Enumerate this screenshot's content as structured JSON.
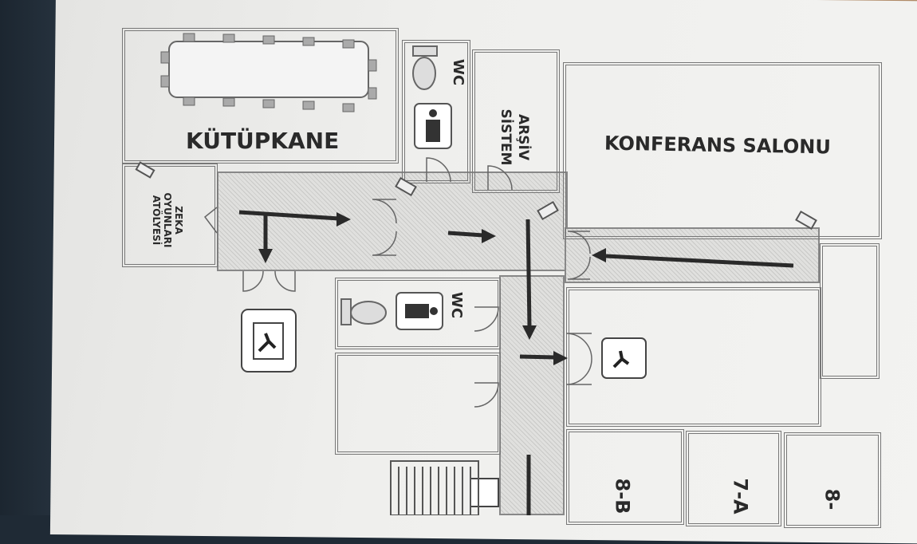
{
  "plan": {
    "rooms": {
      "library": "KÜTÜPKANE",
      "conference": "KONFERANS SALONU",
      "wc_top": "WC",
      "wc_bottom": "WC",
      "archive": "ARŞİV\nSİSTEM",
      "archive_line1": "ARŞİV",
      "archive_line2": "SİSTEM",
      "zeka_line1": "ZEKA",
      "zeka_line2": "OYUNLARI",
      "zeka_line3": "ATÖLYESİ",
      "class_1": "8-B",
      "class_2": "7-A",
      "class_3": "8-"
    },
    "colors": {
      "wall": "#777777",
      "arrow": "#2a2a2a",
      "paper": "#efefed"
    }
  }
}
